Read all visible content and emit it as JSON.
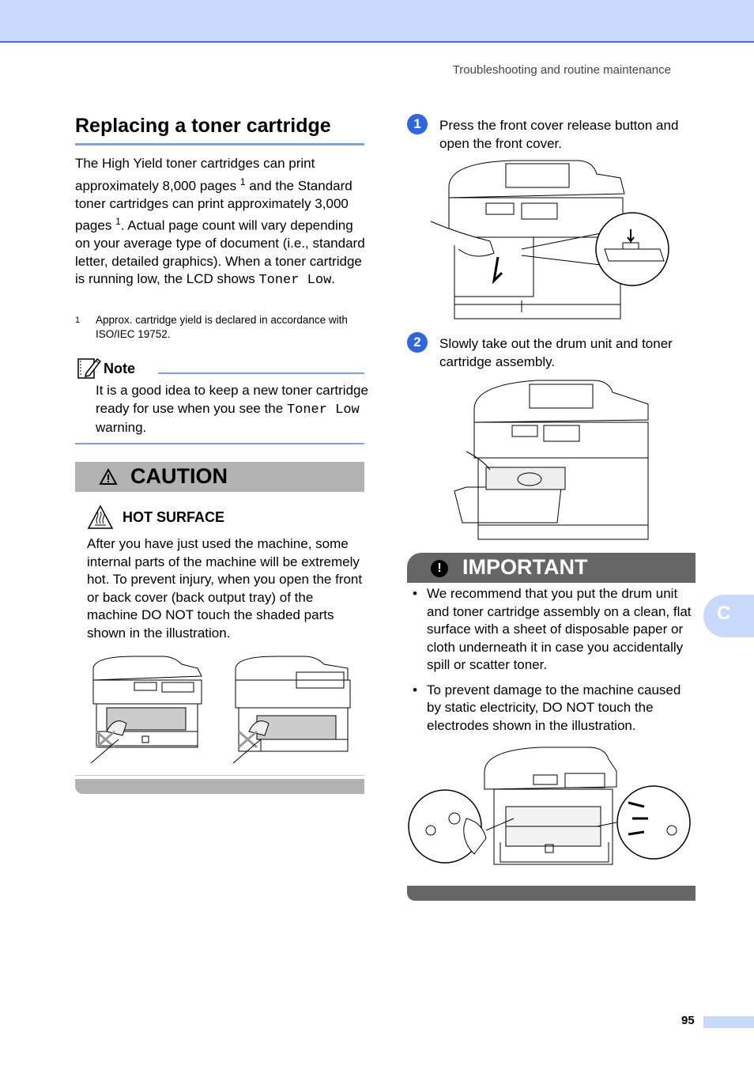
{
  "header": {
    "running_head": "Troubleshooting and routine maintenance"
  },
  "section": {
    "title": "Replacing a toner cartridge",
    "intro": {
      "p1": "The High Yield toner cartridges can print approximately 8,000 pages",
      "sup1": "1",
      "p2": " and the Standard toner cartridges can print approximately 3,000 pages",
      "sup2": "1",
      "p3": ". Actual page count will vary depending on your average type of document (i.e., standard letter, detailed graphics). When a toner cartridge is running low, the LCD shows ",
      "code": "Toner Low",
      "p4": "."
    },
    "footnote": {
      "number": "1",
      "text": "Approx. cartridge yield is declared in accordance with ISO/IEC 19752."
    }
  },
  "note": {
    "icon": "note-pencil-icon",
    "title": "Note",
    "text_before": "It is a good idea to keep a new toner cartridge ready for use when you see the ",
    "code": "Toner Low",
    "text_after": " warning."
  },
  "caution": {
    "icon": "warning-triangle-icon",
    "title": "CAUTION",
    "subheading_icon": "hot-surface-icon",
    "subheading": "HOT SURFACE",
    "text": "After you have just used the machine, some internal parts of the machine will be extremely hot. To prevent injury, when you open the front or back cover (back output tray) of the machine DO NOT touch the shaded parts shown in the illustration."
  },
  "steps": [
    {
      "number": "1",
      "text": "Press the front cover release button and open the front cover."
    },
    {
      "number": "2",
      "text": "Slowly take out the drum unit and toner cartridge assembly."
    }
  ],
  "important": {
    "icon": "exclamation-icon",
    "title": "IMPORTANT",
    "bullet": "•",
    "items": [
      "We recommend that you put the drum unit and toner cartridge assembly on a clean, flat surface with a sheet of disposable paper or cloth underneath it in case you accidentally spill or scatter toner.",
      "To prevent damage to the machine caused by static electricity, DO NOT touch the electrodes shown in the illustration."
    ]
  },
  "side_tab": "C",
  "page_number": "95",
  "colors": {
    "accent": "#2e66e0",
    "header_band": "#c9d9fb",
    "caution_gray": "#b2b2b2",
    "important_gray": "#666666"
  }
}
